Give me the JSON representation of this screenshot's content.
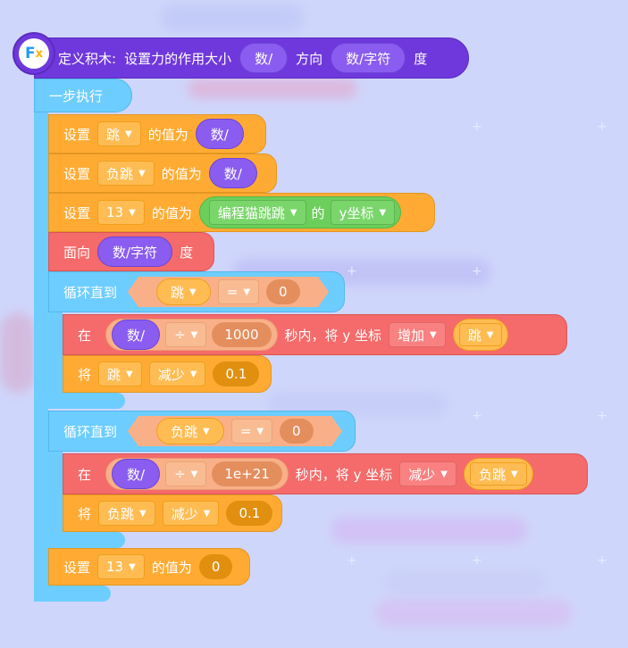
{
  "define_block": {
    "icon_f": "F",
    "icon_x": "x",
    "label": "定义积木:",
    "name": "设置力的作用大小",
    "param1": "数/",
    "mid_label": "方向",
    "param2": "数/字符",
    "suffix": "度"
  },
  "step_block": {
    "label": "一步执行"
  },
  "set1": {
    "label": "设置",
    "var": "跳",
    "mid": "的值为",
    "value": "数/"
  },
  "set2": {
    "label": "设置",
    "var": "负跳",
    "mid": "的值为",
    "value": "数/"
  },
  "set3": {
    "label": "设置",
    "var": "13",
    "mid": "的值为",
    "sprite": "编程猫跳跳",
    "of": "的",
    "prop": "y坐标"
  },
  "face": {
    "label": "面向",
    "value": "数/字符",
    "suffix": "度"
  },
  "loop1": {
    "label": "循环直到",
    "cond_var": "跳",
    "op": "=",
    "cond_value": "0",
    "move": {
      "label": "在",
      "param": "数/",
      "op": "÷",
      "divisor": "1000",
      "mid": "秒内，将 y 坐标",
      "mode": "增加",
      "var": "跳"
    },
    "dec": {
      "label": "将",
      "var": "跳",
      "mode": "减少",
      "value": "0.1"
    }
  },
  "loop2": {
    "label": "循环直到",
    "cond_var": "负跳",
    "op": "=",
    "cond_value": "0",
    "move": {
      "label": "在",
      "param": "数/",
      "op": "÷",
      "divisor": "1e+21",
      "mid": "秒内，将 y 坐标",
      "mode": "减少",
      "var": "负跳"
    },
    "dec": {
      "label": "将",
      "var": "负跳",
      "mode": "减少",
      "value": "0.1"
    }
  },
  "set4": {
    "label": "设置",
    "var": "13",
    "mid": "的值为",
    "value": "0"
  },
  "colors": {
    "background": "#cfd6fb",
    "define": "#6f38dc",
    "control": "#6dcdff",
    "variable": "#ffab33",
    "motion": "#f56a6a",
    "operator": "#f9b088",
    "sensing": "#6ccf5c"
  }
}
